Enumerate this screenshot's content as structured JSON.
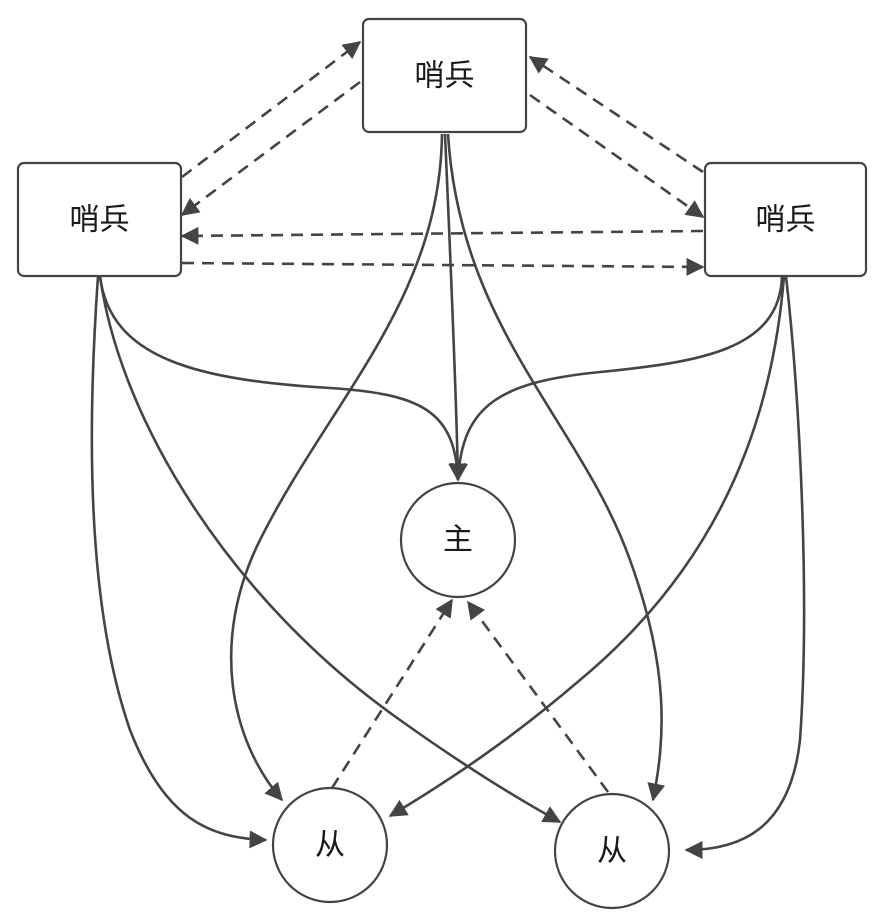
{
  "diagram": {
    "type": "sentinel-master-replica",
    "colors": {
      "stroke": "#444444",
      "fill": "#ffffff",
      "text": "#1a1a1a"
    },
    "nodes": {
      "sentinel_top": {
        "label": "哨兵",
        "shape": "rounded-rect"
      },
      "sentinel_left": {
        "label": "哨兵",
        "shape": "rounded-rect"
      },
      "sentinel_right": {
        "label": "哨兵",
        "shape": "rounded-rect"
      },
      "master": {
        "label": "主",
        "shape": "circle"
      },
      "replica_left": {
        "label": "从",
        "shape": "circle"
      },
      "replica_right": {
        "label": "从",
        "shape": "circle"
      }
    },
    "edges": [
      {
        "from": "sentinel_left",
        "to": "sentinel_top",
        "style": "dashed"
      },
      {
        "from": "sentinel_top",
        "to": "sentinel_left",
        "style": "dashed"
      },
      {
        "from": "sentinel_right",
        "to": "sentinel_top",
        "style": "dashed"
      },
      {
        "from": "sentinel_top",
        "to": "sentinel_right",
        "style": "dashed"
      },
      {
        "from": "sentinel_right",
        "to": "sentinel_left",
        "style": "dashed"
      },
      {
        "from": "sentinel_left",
        "to": "sentinel_right",
        "style": "dashed"
      },
      {
        "from": "sentinel_top",
        "to": "master",
        "style": "solid"
      },
      {
        "from": "sentinel_left",
        "to": "master",
        "style": "solid"
      },
      {
        "from": "sentinel_right",
        "to": "master",
        "style": "solid"
      },
      {
        "from": "sentinel_top",
        "to": "replica_left",
        "style": "solid"
      },
      {
        "from": "sentinel_top",
        "to": "replica_right",
        "style": "solid"
      },
      {
        "from": "sentinel_left",
        "to": "replica_left",
        "style": "solid"
      },
      {
        "from": "sentinel_left",
        "to": "replica_right",
        "style": "solid"
      },
      {
        "from": "sentinel_right",
        "to": "replica_left",
        "style": "solid"
      },
      {
        "from": "sentinel_right",
        "to": "replica_right",
        "style": "solid"
      },
      {
        "from": "replica_left",
        "to": "master",
        "style": "dashed"
      },
      {
        "from": "replica_right",
        "to": "master",
        "style": "dashed"
      }
    ]
  }
}
